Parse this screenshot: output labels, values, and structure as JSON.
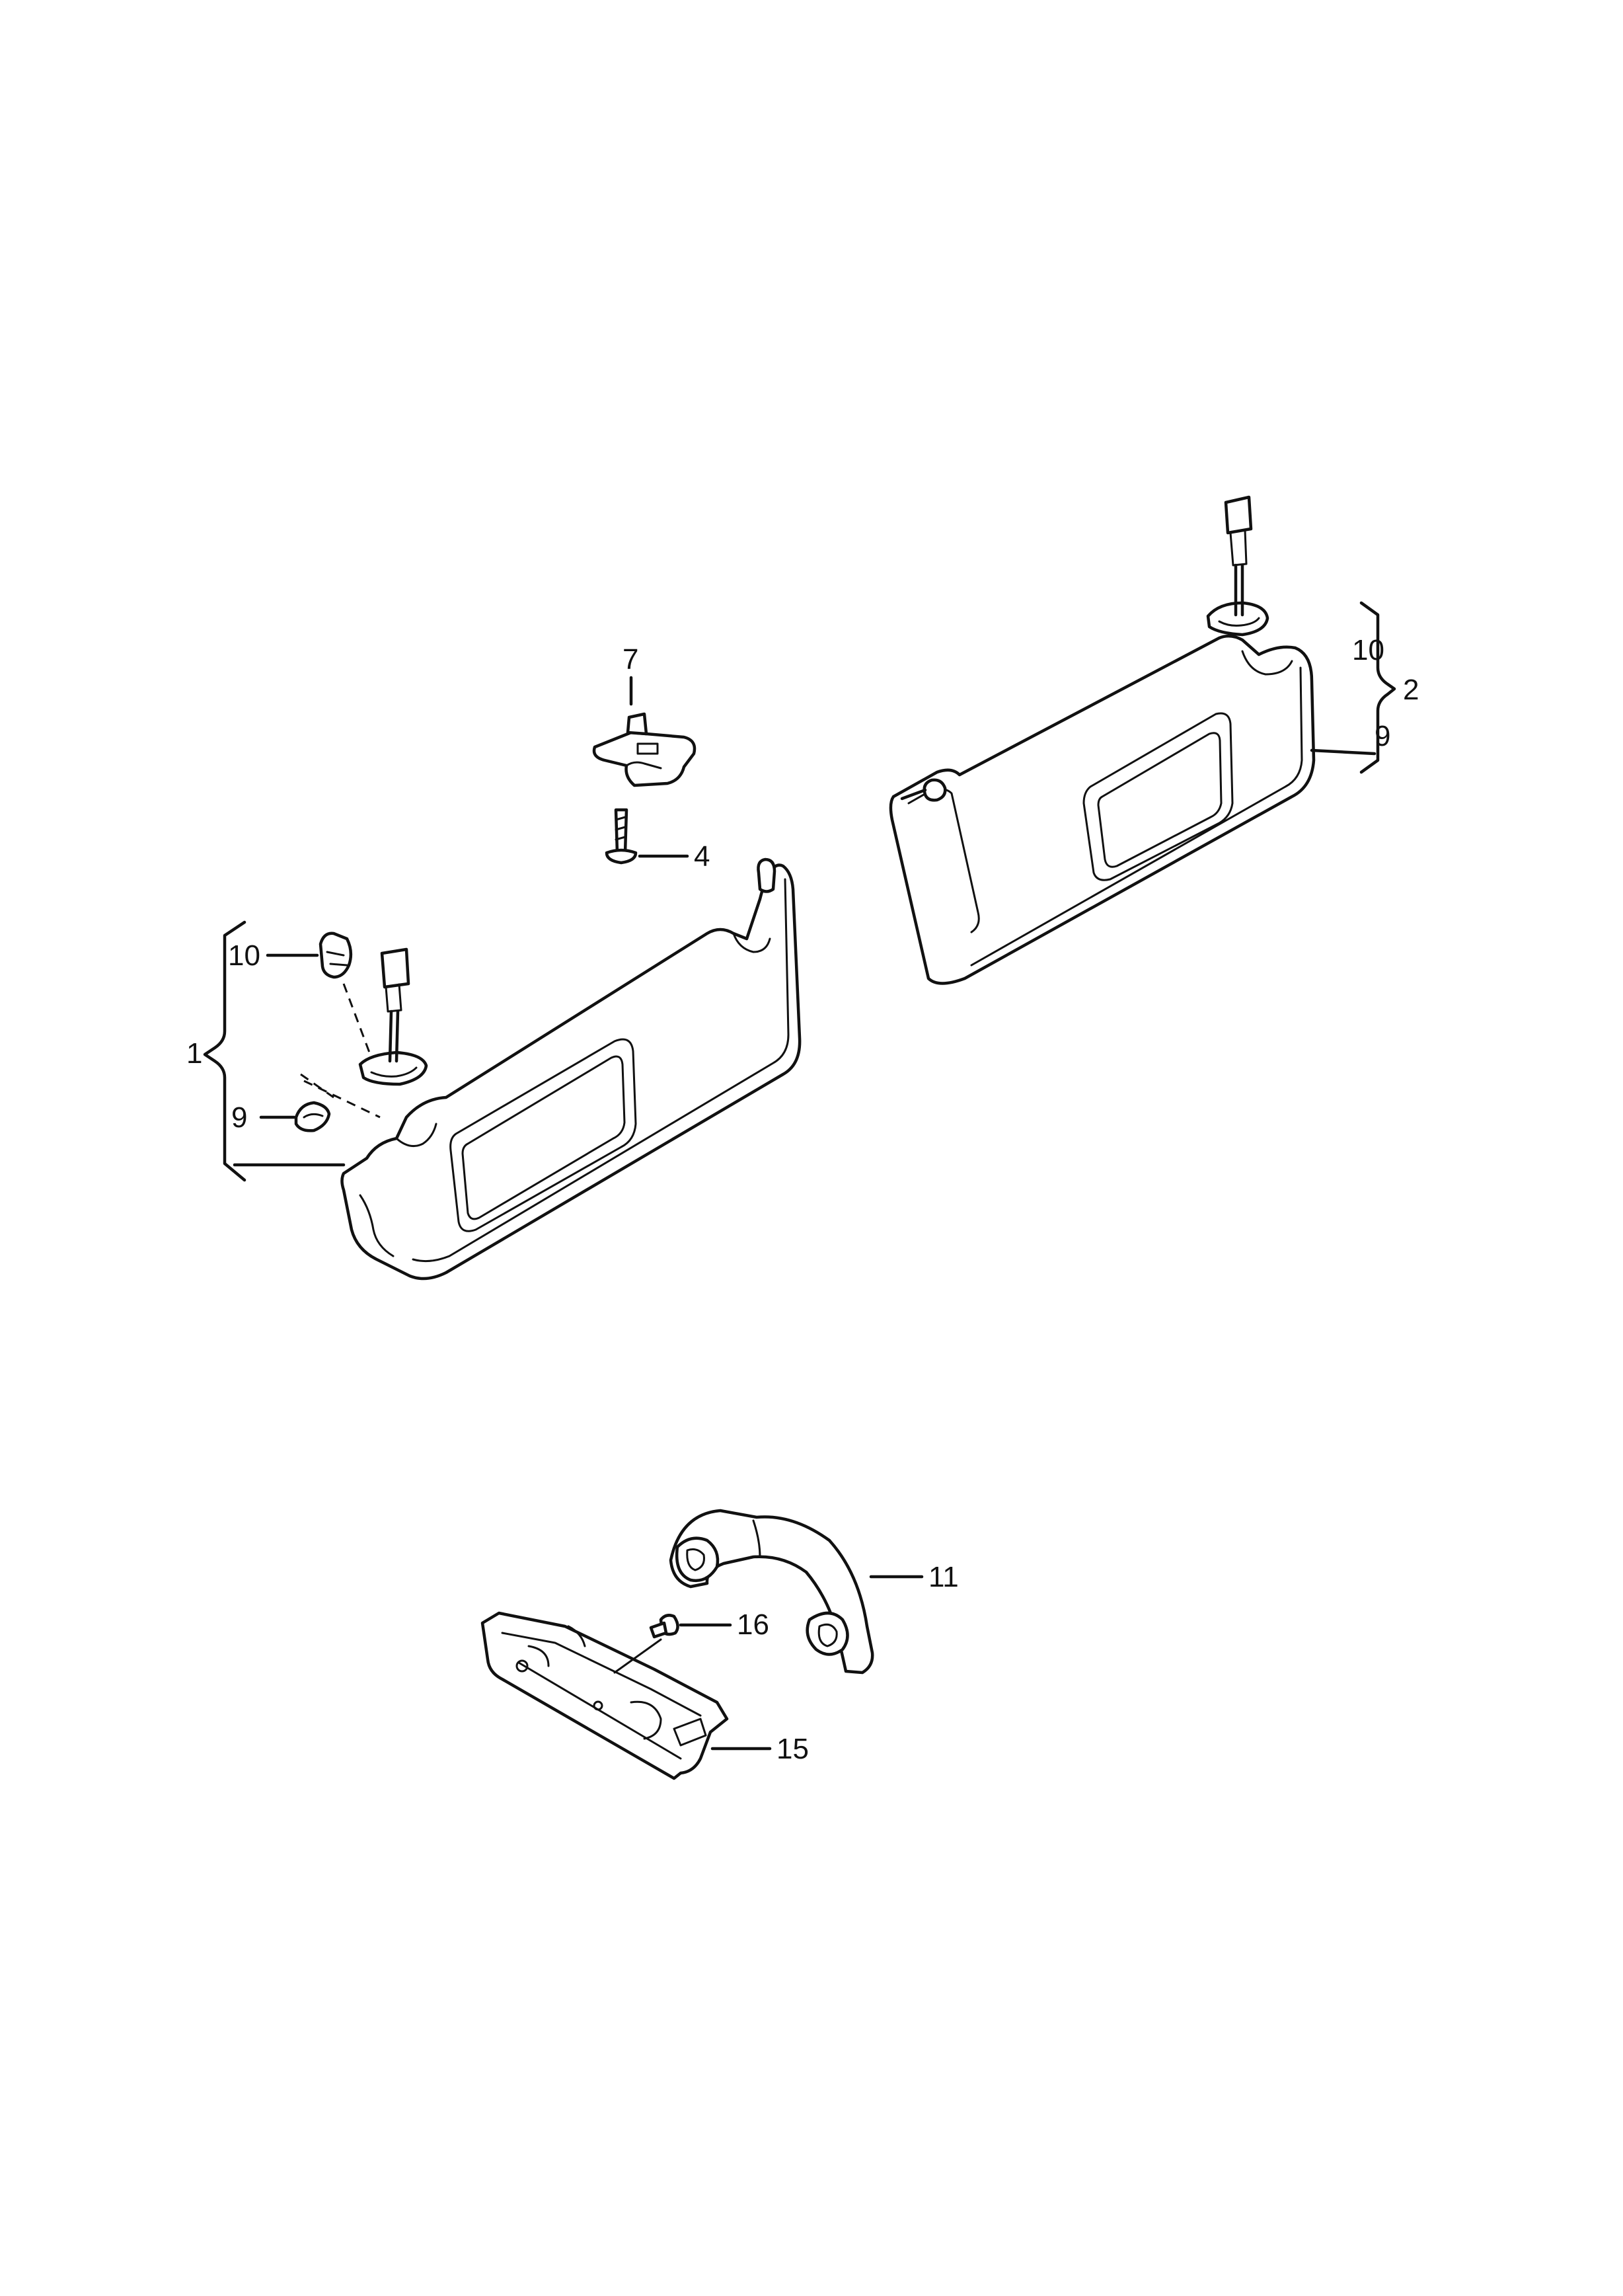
{
  "callouts": {
    "c1": "1",
    "c2": "2",
    "c4": "4",
    "c7": "7",
    "c9_left": "9",
    "c9_right": "9",
    "c10_left": "10",
    "c10_right": "10",
    "c11": "11",
    "c15": "15",
    "c16": "16"
  }
}
